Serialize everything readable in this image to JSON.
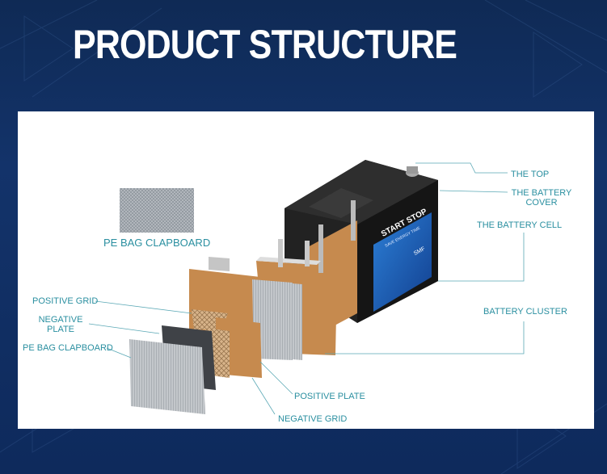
{
  "title": "PRODUCT STRUCTURE",
  "labels": {
    "top": "THE TOP",
    "cover_line1": "THE BATTERY",
    "cover_line2": "COVER",
    "cell": "THE BATTERY CELL",
    "cluster": "BATTERY CLUSTER",
    "pe_bag_top": "PE BAG CLAPBOARD",
    "positive_grid": "POSITIVE GRID",
    "negative_plate_line1": "NEGATIVE",
    "negative_plate_line2": "PLATE",
    "pe_bag_bottom": "PE BAG CLAPBOARD",
    "positive_plate": "POSITIVE PLATE",
    "negative_grid": "NEGATIVE GRID"
  },
  "battery_label": {
    "brand": "START STOP",
    "tagline": "SAVE ENERGY TIME",
    "logo": "SMF"
  },
  "colors": {
    "label_teal": "#2a8fa0",
    "plate_brown": "#c68a4e",
    "battery_black": "#1b1b1b",
    "label_blue": "#1f5fb0"
  }
}
